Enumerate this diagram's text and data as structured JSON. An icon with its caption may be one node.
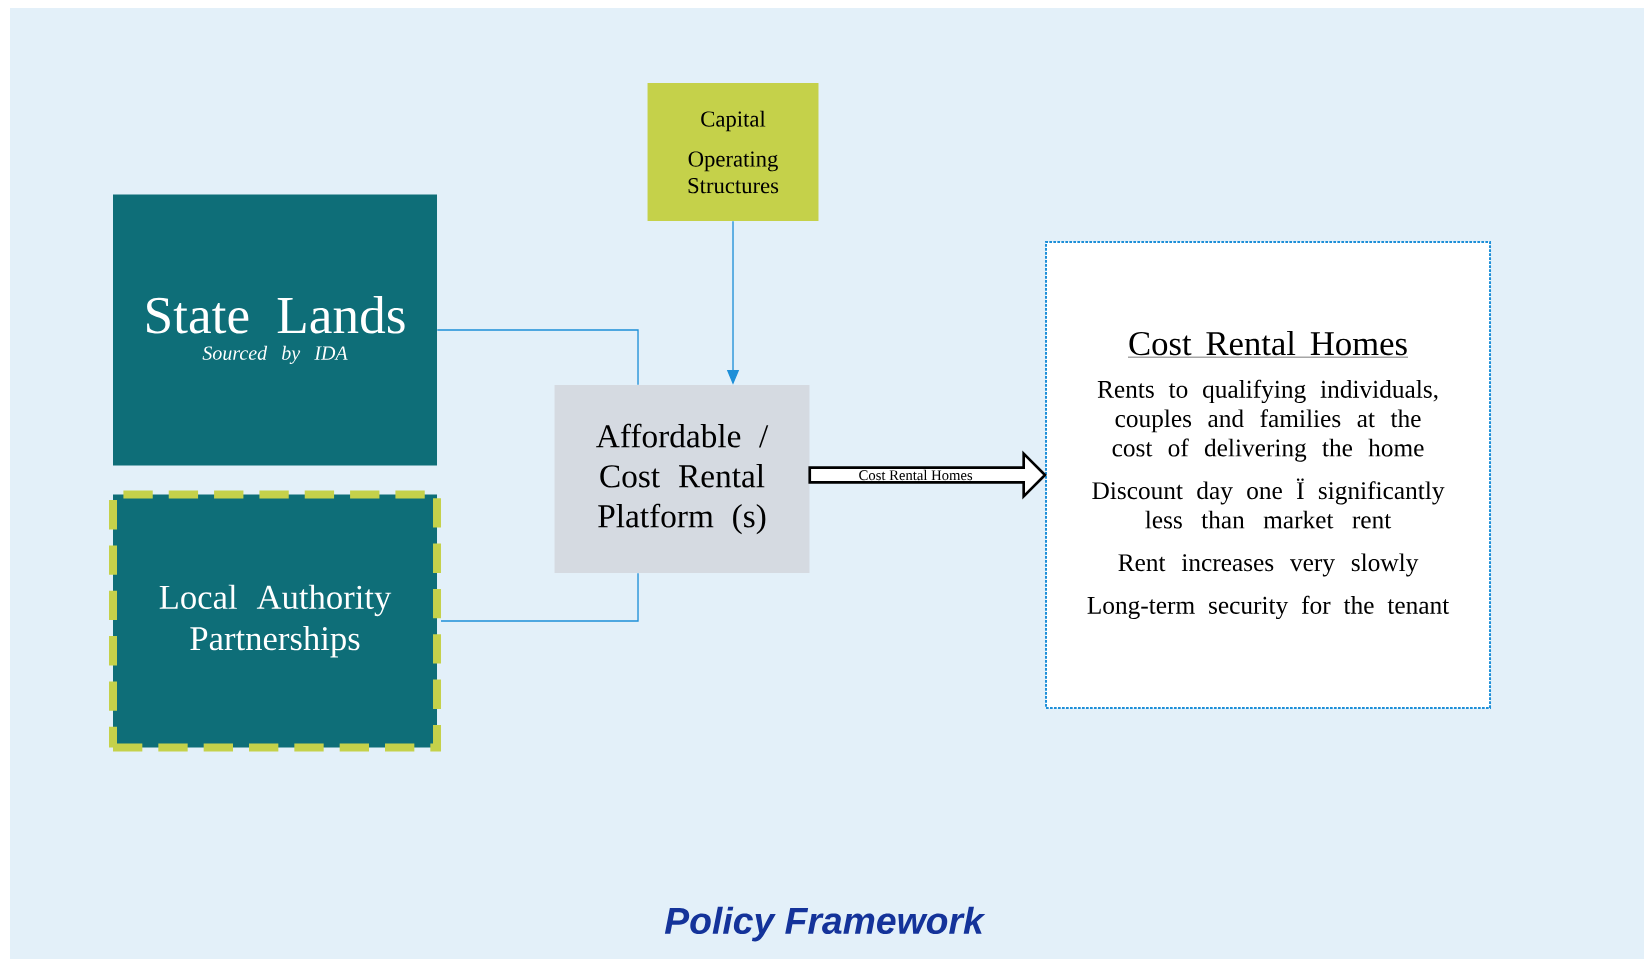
{
  "diagram": {
    "caption": "Policy Framework",
    "nodes": [
      {
        "text": [
          "Capital",
          "Operating Structures"
        ]
      },
      {
        "text": [
          "State Lands",
          "Sourced by IDA"
        ]
      },
      {
        "text": [
          "Local Authority Partnerships"
        ]
      },
      {
        "text": [
          "Affordable / Cost Rental Platform (s)"
        ]
      },
      {
        "text": [
          "Cost Rental Homes",
          "Rents to qualifying individuals, couples and families at the cost of delivering the home",
          "Discount day one Ï significantly less than market rent",
          "Rent increases very slowly",
          "Long-term security for the tenant"
        ]
      }
    ],
    "edges": [
      {
        "from": 1,
        "to": 3,
        "arrow": "none"
      },
      {
        "from": 2,
        "to": 3,
        "arrow": "none"
      },
      {
        "from": 0,
        "to": 3,
        "arrow": "to"
      },
      {
        "from": 3,
        "to": 4,
        "arrow": "to",
        "label": "Cost Rental Homes",
        "style": "thick",
        "color": "#000000"
      }
    ]
  }
}
